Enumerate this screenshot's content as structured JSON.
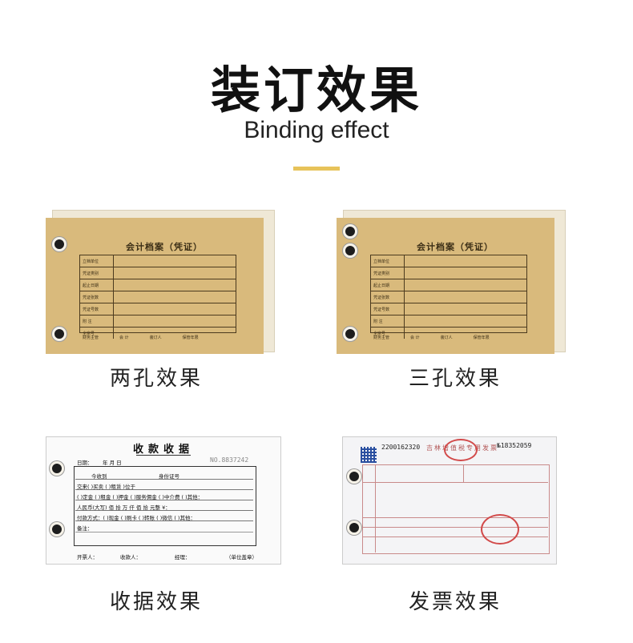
{
  "header": {
    "title": "装订效果",
    "subtitle": "Binding effect"
  },
  "captions": {
    "two_hole": "两孔效果",
    "three_hole": "三孔效果",
    "receipt": "收据效果",
    "invoice": "发票效果"
  },
  "folder": {
    "title": "会计档案（凭证）",
    "rows": [
      "立档单位",
      "凭证类别",
      "起止日期",
      "凭证张数",
      "凭证号数",
      "附  注",
      "全宗号"
    ],
    "footer": [
      "财务主管",
      "会  计",
      "装订人",
      "保管年限"
    ]
  },
  "receipt": {
    "title": "收款收据",
    "number": "NO.8837242",
    "date_label": "日期：",
    "date_fields": "年    月    日",
    "received_from": "今收到",
    "id_label": "身份证号",
    "payment_type": "交来(  )买卖  (  )租赁   )位于",
    "deposit_row": "(  )定金  (  )租金  (  )押金  (  )服务佣金  (  )中介费  (  )其他：",
    "amount_row": "人民币(大写)  佰  拾  万  仟  佰  拾  元整  ¥：",
    "method_row": "付款方式：(  )现金  (  )刷卡  (  )转账  (  )微信  (  )其他：",
    "remarks": "备注：",
    "payer": "开票人：",
    "payee": "收款人：",
    "handler": "经理：",
    "seal": "（单位盖章）"
  },
  "invoice": {
    "code": "2200162320",
    "title": "吉林增值税专用发票",
    "number_prefix": "№",
    "number": "18352059"
  }
}
